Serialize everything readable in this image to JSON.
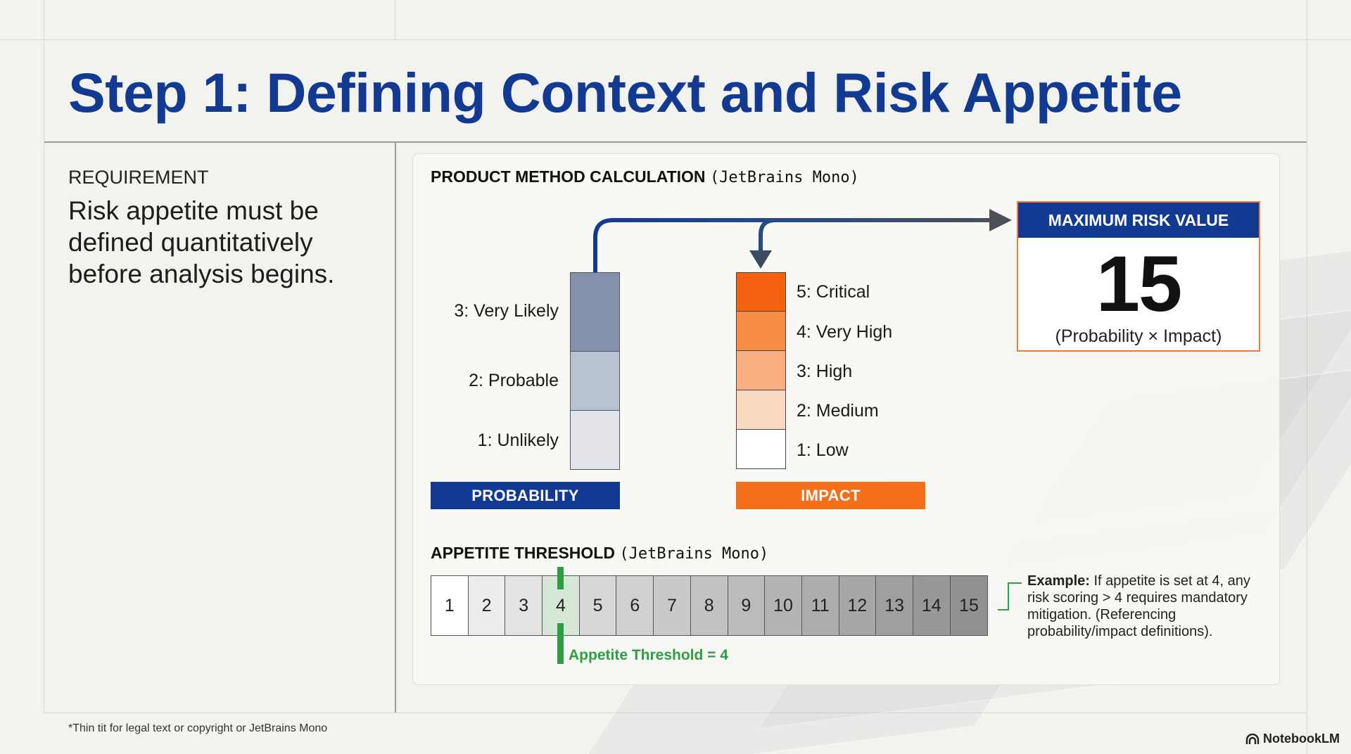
{
  "title": "Step 1: Defining Context and Risk Appetite",
  "requirement": {
    "label": "REQUIREMENT",
    "text": "Risk appetite must be defined quantitatively before analysis begins."
  },
  "product_method": {
    "heading_bold": "PRODUCT METHOD CALCULATION",
    "heading_mono": "(JetBrains Mono)",
    "probability": {
      "bar_label": "PROBABILITY",
      "bar_color": "#123a92",
      "levels": [
        {
          "label": "3: Very Likely",
          "color": "#8391ad"
        },
        {
          "label": "2: Probable",
          "color": "#b9c2d3"
        },
        {
          "label": "1: Unlikely",
          "color": "#e2e4ea"
        }
      ]
    },
    "impact": {
      "bar_label": "IMPACT",
      "bar_color": "#f46f1a",
      "levels": [
        {
          "label": "5: Critical",
          "color": "#f4620f"
        },
        {
          "label": "4: Very High",
          "color": "#f58d45"
        },
        {
          "label": "3: High",
          "color": "#f8ae7f"
        },
        {
          "label": "2: Medium",
          "color": "#fbd8c1"
        },
        {
          "label": "1: Low",
          "color": "#ffffff"
        }
      ]
    },
    "max_risk": {
      "header": "MAXIMUM RISK VALUE",
      "value": "15",
      "caption": "(Probability × Impact)"
    }
  },
  "appetite": {
    "heading_bold": "APPETITE THRESHOLD",
    "heading_mono": "(JetBrains Mono)",
    "threshold_value": 4,
    "cells": [
      {
        "label": "1",
        "color": "#ffffff"
      },
      {
        "label": "2",
        "color": "#ececec"
      },
      {
        "label": "3",
        "color": "#e3e3e3"
      },
      {
        "label": "4",
        "color": "#d6e8d5"
      },
      {
        "label": "5",
        "color": "#d7d7d7"
      },
      {
        "label": "6",
        "color": "#d0d0d0"
      },
      {
        "label": "7",
        "color": "#c9c9c9"
      },
      {
        "label": "8",
        "color": "#c2c2c2"
      },
      {
        "label": "9",
        "color": "#bbbbbb"
      },
      {
        "label": "10",
        "color": "#b4b4b4"
      },
      {
        "label": "11",
        "color": "#adadad"
      },
      {
        "label": "12",
        "color": "#a6a6a6"
      },
      {
        "label": "13",
        "color": "#9f9f9f"
      },
      {
        "label": "14",
        "color": "#989898"
      },
      {
        "label": "15",
        "color": "#919191"
      }
    ],
    "threshold_label": "Appetite Threshold = 4",
    "threshold_color": "#2e9e44",
    "example_bold": "Example:",
    "example_text": "If appetite is set at 4, any risk scoring > 4 requires mandatory mitigation. (Referencing probability/impact definitions)."
  },
  "footnote": "*Thin tit for legal text or copyright or JetBrains Mono",
  "brand": "NotebookLM"
}
